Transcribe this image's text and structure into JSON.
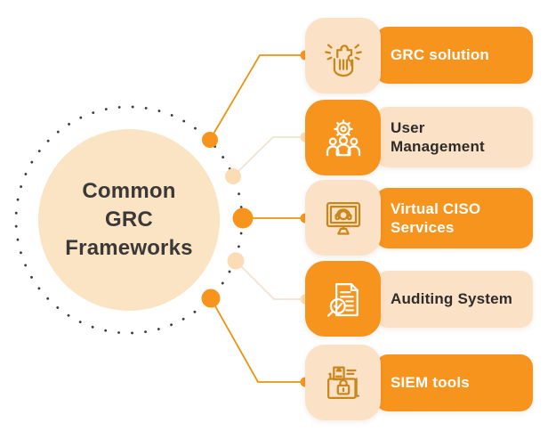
{
  "center": {
    "line1": "Common",
    "line2": "GRC",
    "line3": "Frameworks"
  },
  "items": [
    {
      "label": "GRC solution",
      "icon": "hand-puzzle-icon",
      "variant": "orange-bar"
    },
    {
      "label": "User\nManagement",
      "icon": "team-gear-icon",
      "variant": "peach-bar"
    },
    {
      "label": "Virtual CISO\nServices",
      "icon": "headset-monitor-icon",
      "variant": "orange-bar"
    },
    {
      "label": "Auditing System",
      "icon": "audit-magnifier-document-icon",
      "variant": "peach-bar"
    },
    {
      "label": "SIEM tools",
      "icon": "secure-folder-lock-icon",
      "variant": "orange-bar"
    }
  ],
  "colors": {
    "orange": "#F7941E",
    "peach_light": "#FBE2C6",
    "peach_circle": "#FAE4C4",
    "peach_dot": "#FBDCB4",
    "connector_orange": "#EA940E",
    "connector_peach": "#F2E3D2",
    "ring_dot": "#3C3C3C",
    "text_dark": "#3B3937",
    "text_light": "#FFFFFF"
  }
}
